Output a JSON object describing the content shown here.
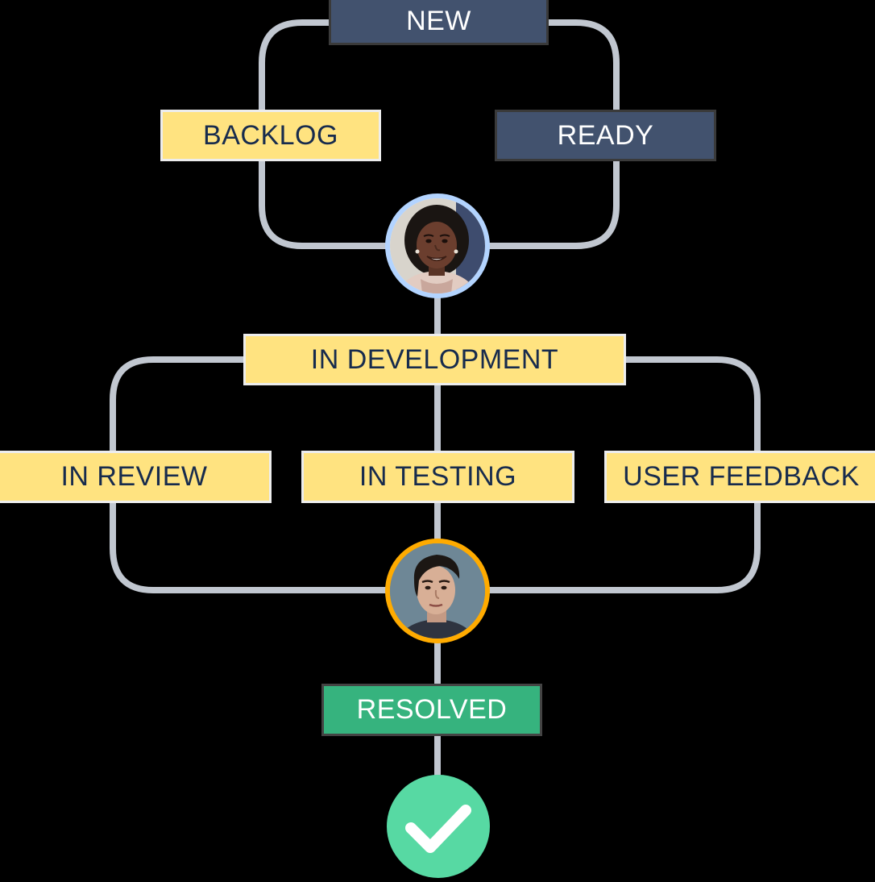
{
  "diagram": {
    "statuses": {
      "new": "NEW",
      "backlog": "BACKLOG",
      "ready": "READY",
      "in_development": "IN DEVELOPMENT",
      "in_review": "IN REVIEW",
      "in_testing": "IN TESTING",
      "user_feedback": "USER FEEDBACK",
      "resolved": "RESOLVED"
    },
    "colors": {
      "yellow_status": "#FFE380",
      "navy_status": "#42526E",
      "green_status": "#36B37E",
      "connector": "#C1C7D0",
      "avatar1_ring": "#B3D4FF",
      "avatar2_ring": "#FFAB00",
      "done_circle": "#57D9A3"
    },
    "icons": {
      "avatar_1": "person-avatar-icon",
      "avatar_2": "person-avatar-icon",
      "done": "checkmark-icon"
    }
  }
}
